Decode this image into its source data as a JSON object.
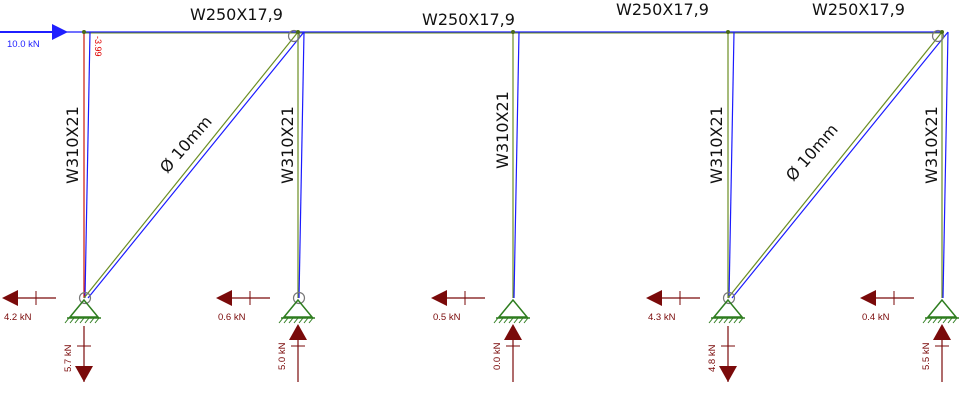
{
  "colors": {
    "frame": "#1a1aff",
    "frame_inner": "#6b8e23",
    "reaction": "#7a0a0a",
    "applied_load": "#1f1fff",
    "annotation": "#e00000",
    "support": "#2e7d1f",
    "text": "#111111"
  },
  "beams": [
    {
      "label": "W250X17,9"
    },
    {
      "label": "W250X17,9"
    },
    {
      "label": "W250X17,9"
    },
    {
      "label": "W250X17,9"
    }
  ],
  "columns": [
    {
      "label": "W310X21"
    },
    {
      "label": "W310X21"
    },
    {
      "label": "W310X21"
    },
    {
      "label": "W310X21"
    },
    {
      "label": "W310X21"
    }
  ],
  "braces": [
    {
      "label": "Ø 10mm"
    },
    {
      "label": "Ø 10mm"
    }
  ],
  "applied_load": {
    "label": "10.0 kN",
    "icon": "arrow-right-icon"
  },
  "annotation_value": "-3.99",
  "supports": [
    {
      "horizontal": "4.2 kN",
      "vertical": "5.7 kN",
      "vertical_direction": "down"
    },
    {
      "horizontal": "0.6 kN",
      "vertical": "5.0 kN",
      "vertical_direction": "up"
    },
    {
      "horizontal": "0.5 kN",
      "vertical": "0.0 kN",
      "vertical_direction": "up"
    },
    {
      "horizontal": "4.3 kN",
      "vertical": "4.8 kN",
      "vertical_direction": "down"
    },
    {
      "horizontal": "0.4 kN",
      "vertical": "5.5 kN",
      "vertical_direction": "up"
    }
  ]
}
